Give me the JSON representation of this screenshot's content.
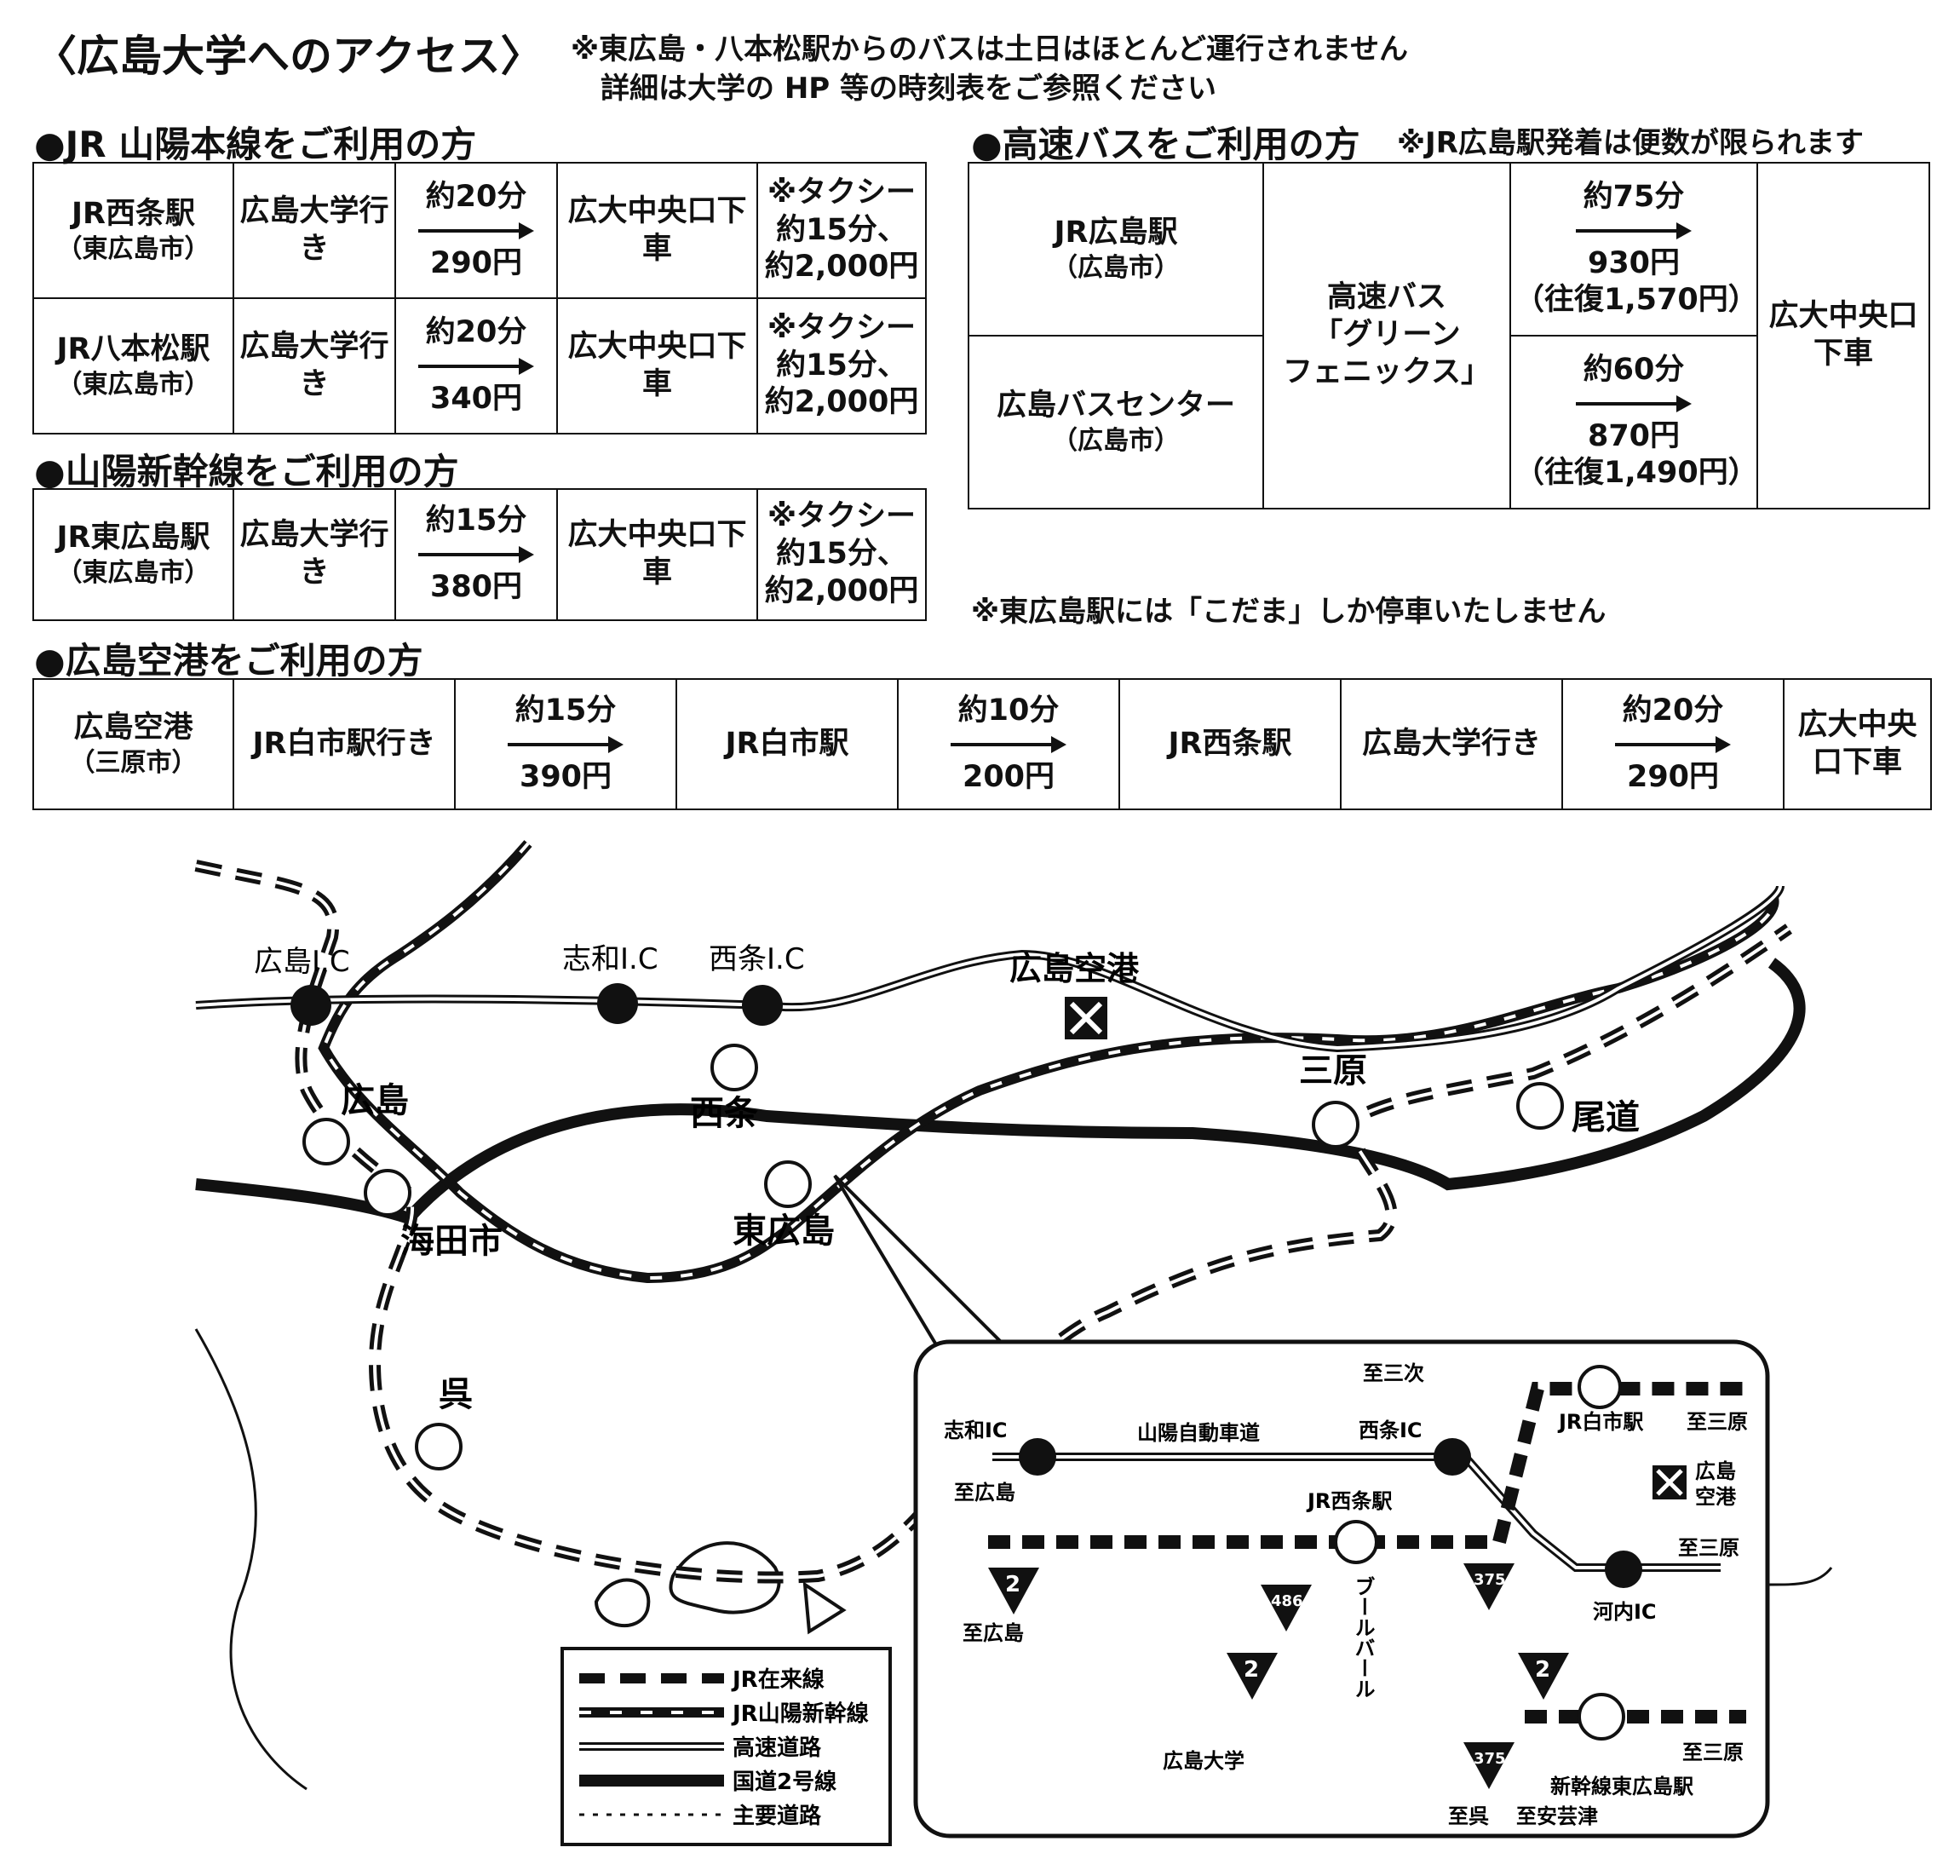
{
  "title": "〈広島大学へのアクセス〉",
  "notice": {
    "line1": "※東広島・八本松駅からのバスは土日はほとんど運行されません",
    "line2": "詳細は大学の HP 等の時刻表をご参照ください"
  },
  "sanyo_line": {
    "heading": "●JR 山陽本線をご利用の方",
    "rows": [
      {
        "station": "JR西条駅",
        "city": "（東広島市）",
        "bus": "広島大学行き",
        "time": "約20分",
        "fare": "290円",
        "stop": "広大中央口下車",
        "taxi": [
          "※タクシー",
          "約15分、",
          "約2,000円"
        ]
      },
      {
        "station": "JR八本松駅",
        "city": "（東広島市）",
        "bus": "広島大学行き",
        "time": "約20分",
        "fare": "340円",
        "stop": "広大中央口下車",
        "taxi": [
          "※タクシー",
          "約15分、",
          "約2,000円"
        ]
      }
    ]
  },
  "shinkansen": {
    "heading": "●山陽新幹線をご利用の方",
    "row": {
      "station": "JR東広島駅",
      "city": "（東広島市）",
      "bus": "広島大学行き",
      "time": "約15分",
      "fare": "380円",
      "stop": "広大中央口下車",
      "taxi": [
        "※タクシー",
        "約15分、",
        "約2,000円"
      ]
    },
    "note": "※東広島駅には「こだま」しか停車いたしません"
  },
  "highway_bus": {
    "heading": "●高速バスをご利用の方",
    "heading_note": "※JR広島駅発着は便数が限られます",
    "origin1": {
      "name": "JR広島駅",
      "city": "（広島市）"
    },
    "origin2": {
      "name": "広島バスセンター",
      "city": "（広島市）"
    },
    "bus": [
      "高速バス",
      "「グリーン",
      "フェニックス」"
    ],
    "leg1": {
      "time": "約75分",
      "fare": "930円",
      "roundtrip": "（往復1,570円）"
    },
    "leg2": {
      "time": "約60分",
      "fare": "870円",
      "roundtrip": "（往復1,490円）"
    },
    "stop": "広大中央口下車"
  },
  "airport": {
    "heading": "●広島空港をご利用の方",
    "cells": {
      "origin": "広島空港",
      "origin_city": "（三原市）",
      "bus1": "JR白市駅行き",
      "time1": "約15分",
      "fare1": "390円",
      "stn1": "JR白市駅",
      "time2": "約10分",
      "fare2": "200円",
      "stn2": "JR西条駅",
      "bus2": "広島大学行き",
      "time3": "約20分",
      "fare3": "290円",
      "stop": "広大中央口下車"
    }
  },
  "map": {
    "labels": {
      "hiroshima_ic": "広島I.C",
      "shiwa_ic": "志和I.C",
      "saijo_ic": "西条I.C",
      "airport": "広島空港",
      "hiroshima": "広島",
      "kaitaichi": "海田市",
      "saijo": "西条",
      "higashihiroshima": "東広島",
      "mihara": "三原",
      "onomichi": "尾道",
      "kure": "呉"
    },
    "legend": [
      "JR在来線",
      "JR山陽新幹線",
      "高速道路",
      "国道2号線",
      "主要道路"
    ],
    "inset": {
      "to_miyoshi": "至三次",
      "shiwa_ic": "志和IC",
      "expressway": "山陽自動車道",
      "saijo_ic": "西条IC",
      "shiraichi": "JR白市駅",
      "to_mihara1": "至三原",
      "to_hiroshima1": "至広島",
      "saijo_station": "JR西条駅",
      "airport": [
        "広島",
        "空港"
      ],
      "to_mihara2": "至三原",
      "kochi_ic": "河内IC",
      "to_hiroshima2": "至広島",
      "boulevard": "ブールバール",
      "university": "広島大学",
      "to_mihara3": "至三原",
      "shinkansen_station": "新幹線東広島駅",
      "to_kure": "至呉",
      "to_akitsu": "至安芸津",
      "route2": "2",
      "route486": "486",
      "route375": "375"
    }
  }
}
